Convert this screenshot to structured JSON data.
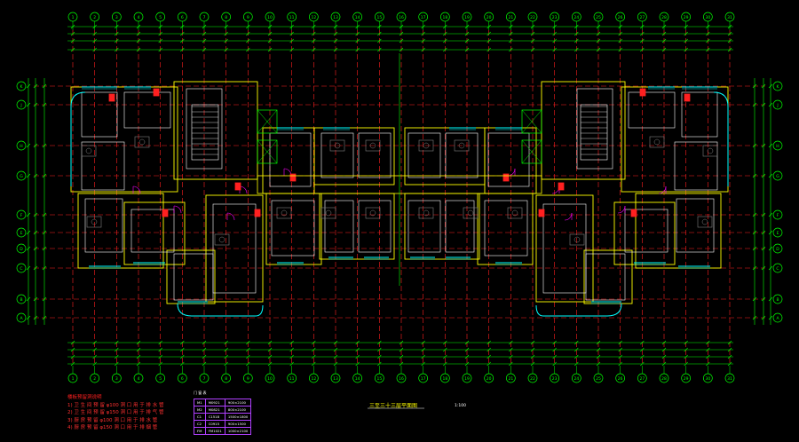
{
  "drawing": {
    "grid_top": [
      "1",
      "2",
      "3",
      "4",
      "5",
      "6",
      "7",
      "8",
      "9",
      "10",
      "11",
      "12",
      "13",
      "14",
      "15",
      "16",
      "17",
      "18",
      "19",
      "20",
      "21",
      "22",
      "23",
      "24",
      "25",
      "26",
      "27",
      "28",
      "29",
      "30",
      "31"
    ],
    "grid_side": [
      "A",
      "B",
      "C",
      "D",
      "E",
      "F",
      "G",
      "H",
      "J",
      "K"
    ],
    "title": "三至三十三层平面图",
    "scale": "1:100",
    "notes": {
      "heading": "楼板预留洞说明",
      "lines": [
        "1) 卫 生 间 预 留 φ100 洞 口 用 于 排 水 管",
        "2) 卫 生 间 预 留 φ150 洞 口 用 于 排 气 管",
        "3) 厨 房 预 留 φ100 洞 口 用 于 排 水 管",
        "4) 厨 房 预 留 φ150 洞 口 用 于 排 烟 管"
      ]
    },
    "legend": {
      "heading": "门 窗 表",
      "rows": [
        [
          "M1",
          "M0921",
          "900×2100"
        ],
        [
          "M2",
          "M0821",
          "800×2100"
        ],
        [
          "C1",
          "C1518",
          "1500×1800"
        ],
        [
          "C2",
          "C0915",
          "900×1500"
        ],
        [
          "FM",
          "FM1021",
          "1000×2100"
        ]
      ]
    }
  },
  "colors": {
    "background": "#000000",
    "grid_line": "#ff2020",
    "wall": "#ffffff",
    "window": "#00ffff",
    "dimension": "#00ff00",
    "door": "#ff00ff",
    "furniture": "#808080",
    "yellow_line": "#ffff00"
  }
}
